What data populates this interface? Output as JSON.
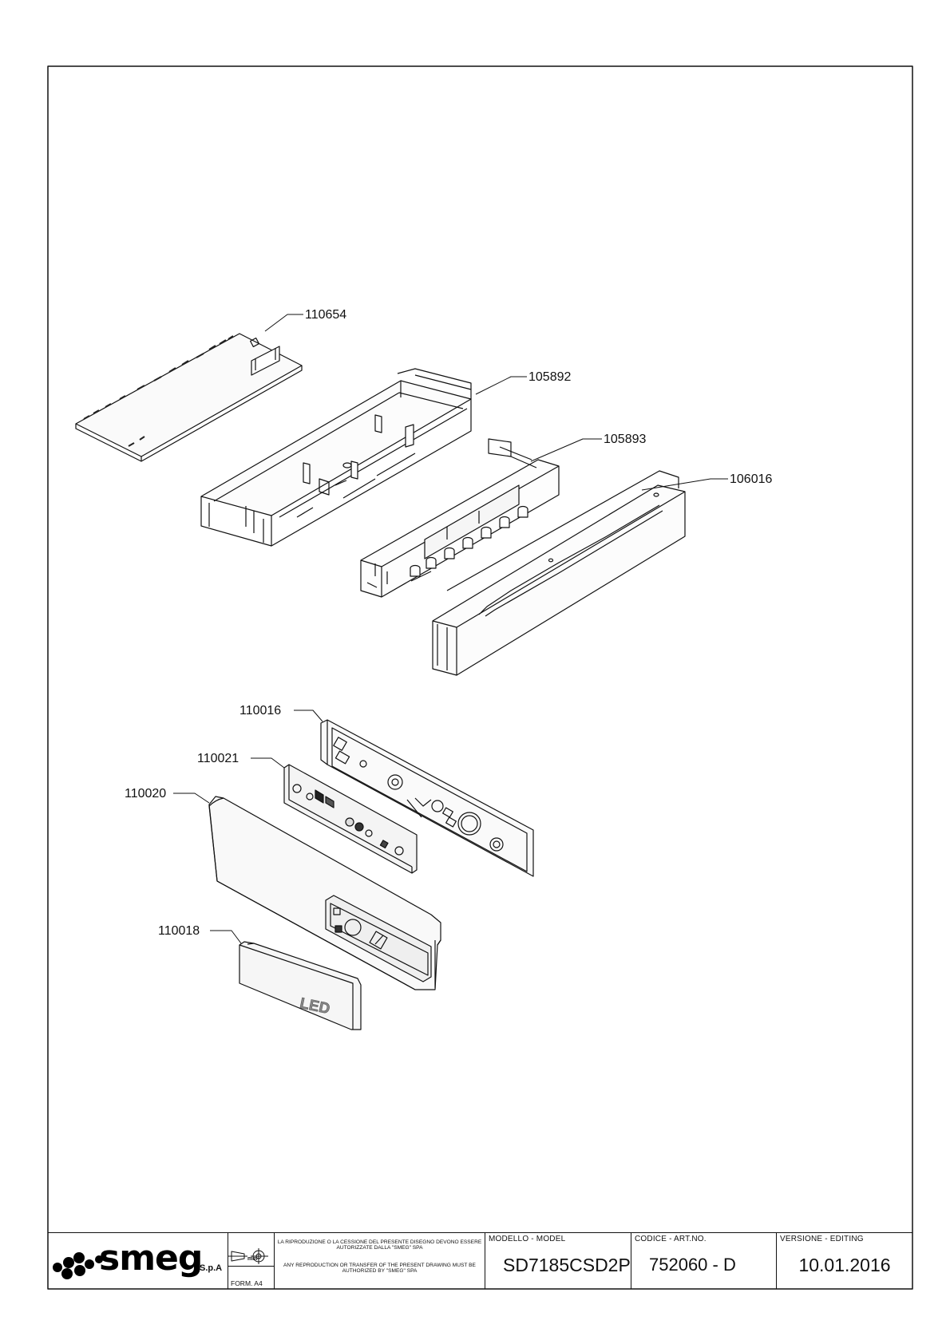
{
  "callouts": {
    "p110654": "110654",
    "p105892": "105892",
    "p105893": "105893",
    "p106016": "106016",
    "p110016": "110016",
    "p110021": "110021",
    "p110020": "110020",
    "p110018": "110018"
  },
  "led_text": "LED",
  "title_block": {
    "logo_text": "smeg",
    "logo_suffix": "S.p.A",
    "form_label": "FORM. A4",
    "mm_label": "mm",
    "legal_it": "LA RIPRODUZIONE O LA CESSIONE DEL PRESENTE DISEGNO DEVONO ESSERE AUTORIZZATE DALLA \"SMEG\" SPA",
    "legal_en": "ANY REPRODUCTION OR TRANSFER OF THE PRESENT DRAWING MUST BE AUTHORIZED BY \"SMEG\" SPA",
    "model_label": "MODELLO - MODEL",
    "model_value": "SD7185CSD2P",
    "code_label": "CODICE - ART.NO.",
    "code_value": "752060 - D",
    "version_label": "VERSIONE - EDITING",
    "version_value": "10.01.2016"
  }
}
